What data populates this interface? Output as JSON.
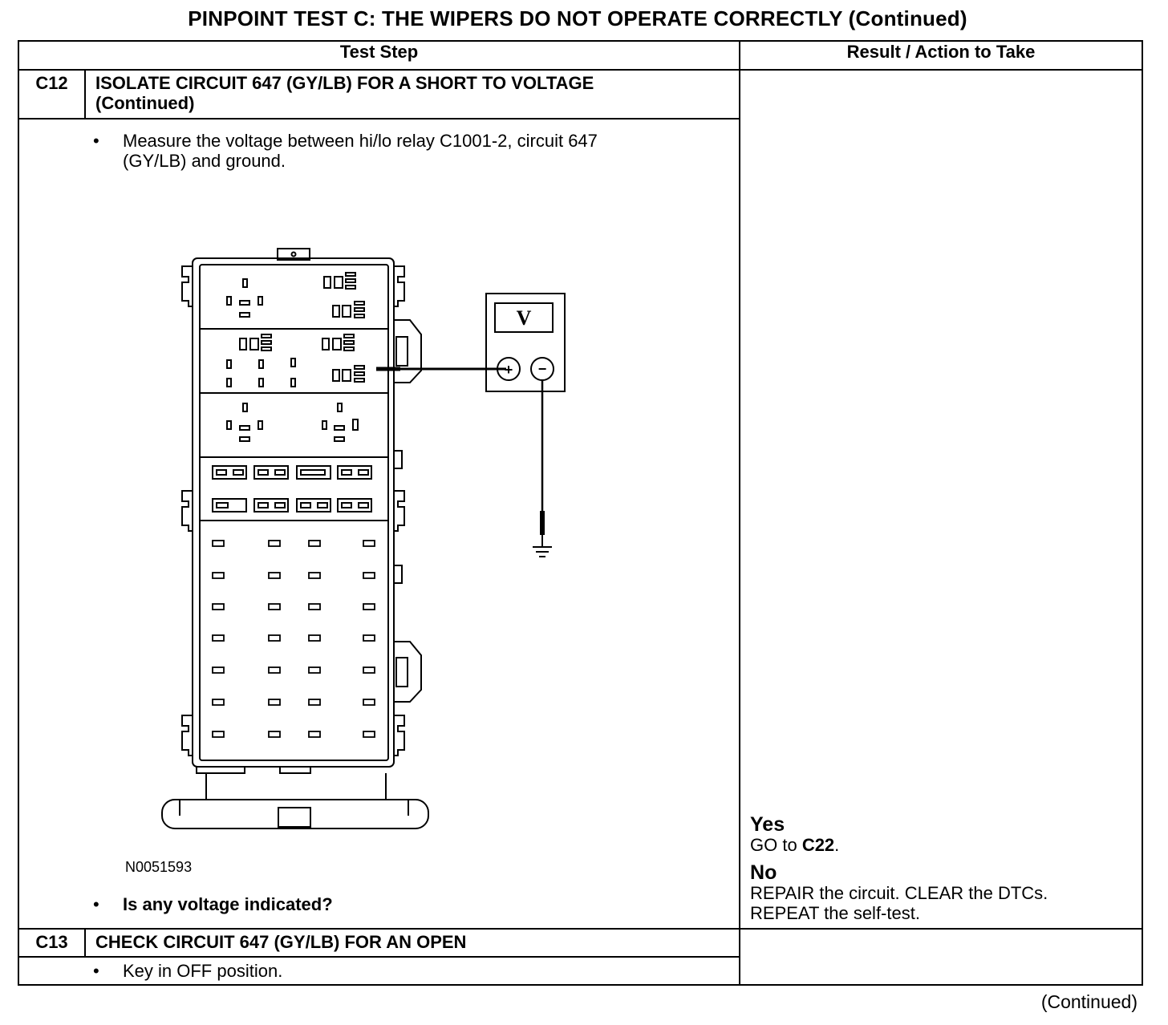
{
  "title": "PINPOINT TEST  C: THE WIPERS DO NOT OPERATE CORRECTLY (Continued)",
  "table": {
    "headers": {
      "test_step": "Test Step",
      "result_action": "Result / Action to Take"
    },
    "steps": [
      {
        "number": "C12",
        "heading_line1": "ISOLATE CIRCUIT 647 (GY/LB) FOR A SHORT TO VOLTAGE",
        "heading_line2": "(Continued)",
        "bullet_marker": "•",
        "bullet1_line1": "Measure the voltage between hi/lo relay C1001-2, circuit 647",
        "bullet1_line2": "(GY/LB) and ground.",
        "figure_id": "N0051593",
        "meter_symbol": "V",
        "meter_plus": "+",
        "meter_minus": "−",
        "question": "Is any voltage indicated?",
        "results": {
          "yes_label": "Yes",
          "yes_text_pre": "GO to ",
          "yes_text_bold": "C22",
          "yes_text_post": ".",
          "no_label": "No",
          "no_line1": "REPAIR the circuit. CLEAR the DTCs.",
          "no_line2": "REPEAT the self-test."
        }
      },
      {
        "number": "C13",
        "heading_line1": "CHECK CIRCUIT 647 (GY/LB) FOR AN OPEN",
        "bullet_marker": "•",
        "bullet1_line1": "Key in OFF position."
      }
    ]
  },
  "footer": {
    "continued": "(Continued)"
  },
  "colors": {
    "ink": "#000000",
    "paper": "#ffffff"
  }
}
